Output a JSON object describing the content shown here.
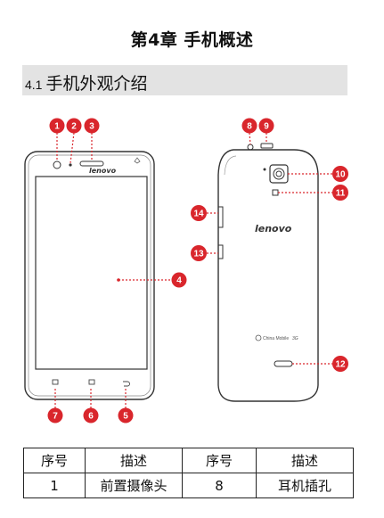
{
  "chapter": {
    "title": "第4章  手机概述"
  },
  "section": {
    "number": "4.1",
    "title": "手机外观介绍"
  },
  "figure": {
    "front_brand": "lenovo",
    "back_brand": "lenovo",
    "back_carrier": "China Mobile",
    "back_network": "3G",
    "markers": [
      "1",
      "2",
      "3",
      "4",
      "5",
      "6",
      "7",
      "8",
      "9",
      "10",
      "11",
      "12",
      "13",
      "14"
    ],
    "marker_color": "#d9262c"
  },
  "table": {
    "headers": [
      "序号",
      "描述",
      "序号",
      "描述"
    ],
    "rows": [
      [
        "1",
        "前置摄像头",
        "8",
        "耳机插孔"
      ]
    ]
  }
}
